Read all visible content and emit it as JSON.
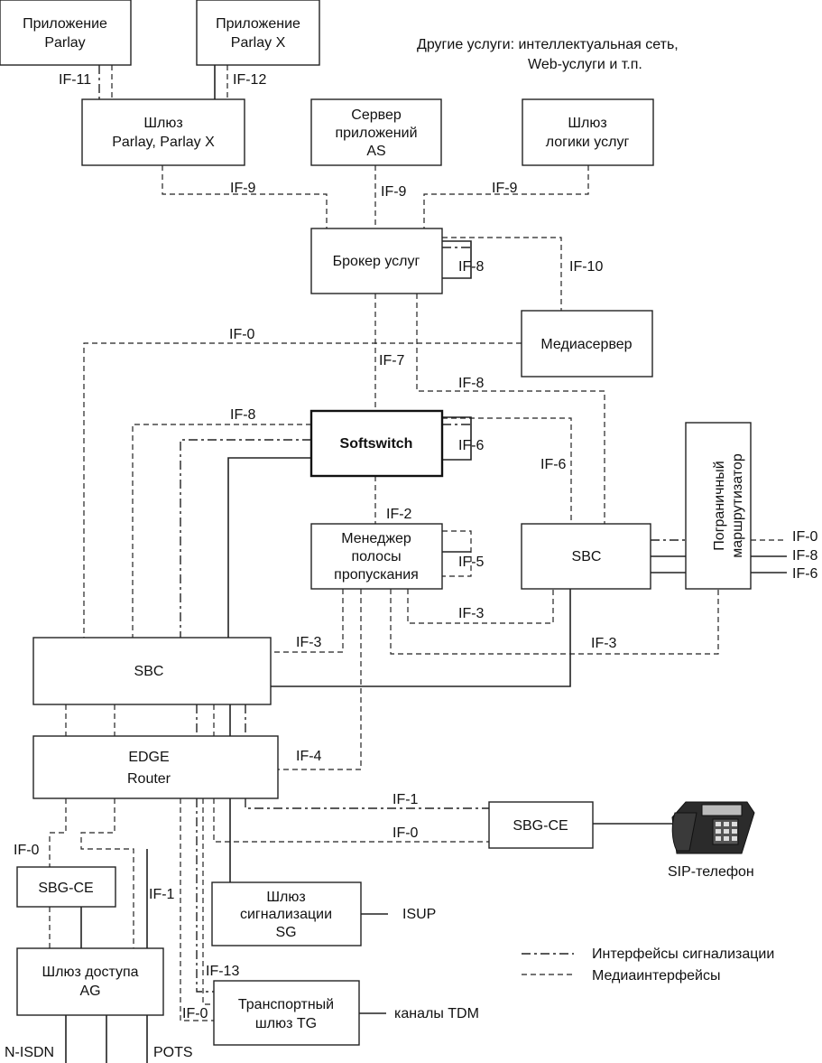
{
  "boxes": {
    "parlay_app": [
      "Приложение",
      "Parlay"
    ],
    "parlayx_app": [
      "Приложение",
      "Parlay X"
    ],
    "parlay_gw": [
      "Шлюз",
      "Parlay, Parlay X"
    ],
    "as_server": [
      "Сервер",
      "приложений",
      "AS"
    ],
    "logic_gw": [
      "Шлюз",
      "логики услуг"
    ],
    "broker": [
      "Брокер услуг"
    ],
    "mediaserver": [
      "Медиасервер"
    ],
    "softswitch": [
      "Softswitch"
    ],
    "bw_manager": [
      "Менеджер",
      "полосы",
      "пропускания"
    ],
    "sbc_right": [
      "SBC"
    ],
    "border_router": [
      "Пограничный",
      "маршрутизатор"
    ],
    "sbc_left": [
      "SBC"
    ],
    "edge_router": [
      "EDGE",
      "Router"
    ],
    "sbg_ce_right": [
      "SBG-CE"
    ],
    "sbg_ce_left": [
      "SBG-CE"
    ],
    "signaling_gw": [
      "Шлюз",
      "сигнализации",
      "SG"
    ],
    "access_gw": [
      "Шлюз доступа",
      "AG"
    ],
    "transport_gw": [
      "Транспортный",
      "шлюз TG"
    ]
  },
  "other_services": [
    "Другие услуги: интеллектуальная сеть,",
    "Web-услуги и т.п."
  ],
  "interfaces": {
    "if11": "IF-11",
    "if12": "IF-12",
    "if9_left": "IF-9",
    "if9_center": "IF-9",
    "if9_right": "IF-9",
    "if8_broker": "IF-8",
    "if10": "IF-10",
    "if0_media": "IF-0",
    "if7": "IF-7",
    "if8_mid": "IF-8",
    "if8_left": "IF-8",
    "if6_soft": "IF-6",
    "if6_right": "IF-6",
    "if2": "IF-2",
    "if5": "IF-5",
    "if3_mid": "IF-3",
    "if3_left": "IF-3",
    "if3_right": "IF-3",
    "if0_ext": "IF-0",
    "if8_ext": "IF-8",
    "if6_ext": "IF-6",
    "if4": "IF-4",
    "if1_phone": "IF-1",
    "if0_phone": "IF-0",
    "if0_access": "IF-0",
    "if1_access": "IF-1",
    "if13": "IF-13",
    "if0_tg": "IF-0"
  },
  "external": {
    "sip_phone": "SIP-телефон",
    "isup": "ISUP",
    "tdm": "каналы TDM",
    "nisdn": "N-ISDN",
    "pots": "POTS"
  },
  "legend": {
    "signaling": "Интерфейсы сигнализации",
    "media": "Медиаинтерфейсы"
  }
}
